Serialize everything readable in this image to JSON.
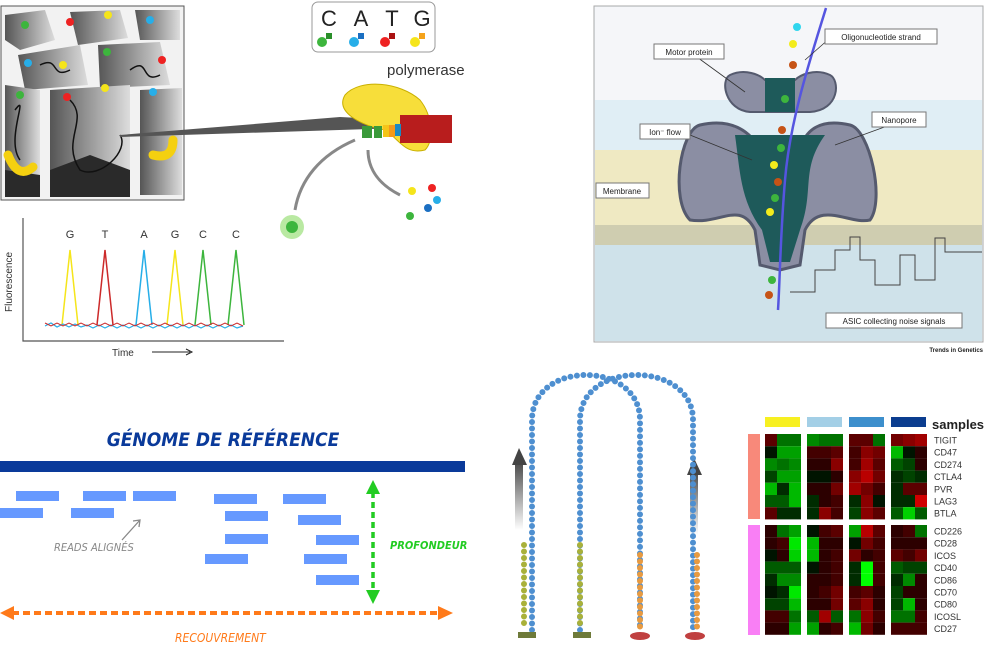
{
  "sanger_panel": {
    "bases_box": [
      "C",
      "A",
      "T",
      "G"
    ],
    "polymerase_label": "polymerase",
    "chromatogram": {
      "ylabel": "Fluorescence",
      "xlabel": "Time",
      "peaks": [
        {
          "base": "G",
          "color": "#f5e51b"
        },
        {
          "base": "T",
          "color": "#cc2a2a"
        },
        {
          "base": "A",
          "color": "#27aee8"
        },
        {
          "base": "G",
          "color": "#f5e51b"
        },
        {
          "base": "C",
          "color": "#3db53d"
        },
        {
          "base": "C",
          "color": "#3db53d"
        }
      ]
    }
  },
  "nanopore_panel": {
    "labels": {
      "motor": "Motor protein",
      "strand": "Oligonucleotide strand",
      "nanopore": "Nanopore",
      "ion": "Ion⁻ flow",
      "membrane": "Membrane",
      "asic": "ASIC collecting noise signals"
    },
    "credit": "Trends in Genetics"
  },
  "alignment_panel": {
    "title": "GÉNOME DE RÉFÉRENCE",
    "reads_label": "READS ALIGNÉS",
    "depth_label": "PROFONDEUR",
    "coverage_label": "RECOUVREMENT",
    "colors": {
      "reference": "#0a3a9a",
      "reads": "#6699ff",
      "depth": "#22cc22",
      "coverage": "#ff7a1a"
    }
  },
  "heatmap": {
    "legend_label": "samples",
    "sample_group_colors": [
      "#f7f021",
      "#a3cfe6",
      "#3d8fcc",
      "#0b3d8f"
    ],
    "row_group_colors": [
      "#f8897a",
      "#f97ff5"
    ],
    "rows_group1": [
      "TIGIT",
      "CD47",
      "CD274",
      "CTLA4",
      "PVR",
      "LAG3",
      "BTLA"
    ],
    "rows_group2": [
      "CD226",
      "CD28",
      "ICOS",
      "CD40",
      "CD86",
      "CD70",
      "CD80",
      "ICOSL",
      "CD27"
    ],
    "values": [
      [
        -0.3,
        0.4,
        0.4,
        0.5,
        0.4,
        0.4,
        -0.3,
        -0.3,
        0.4,
        -0.4,
        -0.5,
        -0.6
      ],
      [
        0,
        0.6,
        0.6,
        -0.2,
        -0.2,
        -0.3,
        -0.2,
        -0.5,
        -0.4,
        0.7,
        0,
        -0.1
      ],
      [
        0.5,
        0.4,
        0.5,
        -0.1,
        -0.1,
        -0.5,
        -0.2,
        -0.6,
        -0.3,
        0.3,
        0.2,
        -0.1
      ],
      [
        0.2,
        0.6,
        0.6,
        0,
        0,
        -0.1,
        -0.5,
        -0.7,
        -0.4,
        0.1,
        0.2,
        0.1
      ],
      [
        0.7,
        0.1,
        0.7,
        -0.1,
        -0.1,
        -0.4,
        -0.6,
        -0.4,
        -0.2,
        0.1,
        -0.3,
        -0.3
      ],
      [
        0.3,
        0.3,
        0.7,
        0.1,
        -0.1,
        -0.2,
        0.1,
        -0.5,
        0,
        0.1,
        0.1,
        -0.8
      ],
      [
        -0.3,
        0.1,
        0.1,
        0.1,
        -0.5,
        -0.2,
        0.2,
        -0.5,
        -0.3,
        0.3,
        0.8,
        0.3
      ],
      [
        -0.1,
        0.4,
        0.6,
        0,
        -0.2,
        -0.3,
        0.6,
        -0.7,
        -0.3,
        -0.1,
        -0.2,
        0.4
      ],
      [
        -0.1,
        -0.2,
        0.9,
        0.7,
        -0.1,
        -0.1,
        0,
        -0.4,
        -0.2,
        -0.1,
        -0.1,
        -0.1
      ],
      [
        0,
        -0.1,
        0.8,
        0.7,
        -0.1,
        -0.2,
        -0.4,
        -0.1,
        -0.2,
        -0.3,
        -0.2,
        -0.4
      ],
      [
        0.3,
        0.3,
        0.3,
        0,
        -0.1,
        -0.2,
        0.1,
        1,
        -0.2,
        0.3,
        0.2,
        0.2
      ],
      [
        0.1,
        0.5,
        0.5,
        -0.1,
        -0.1,
        -0.2,
        0.1,
        1,
        -0.2,
        0.1,
        0.5,
        -0.1
      ],
      [
        0,
        0.1,
        0.9,
        -0.1,
        -0.2,
        -0.4,
        -0.2,
        -0.3,
        -0.1,
        0.2,
        -0.1,
        -0.1
      ],
      [
        0.2,
        0.2,
        0.7,
        -0.1,
        -0.1,
        -0.4,
        -0.3,
        -0.5,
        -0.1,
        0.2,
        0.7,
        -0.1
      ],
      [
        -0.2,
        -0.2,
        0.4,
        0.3,
        -0.6,
        0.3,
        0.4,
        -0.5,
        -0.2,
        0.4,
        0.4,
        -0.2
      ],
      [
        -0.1,
        -0.1,
        0.6,
        0.6,
        -0.1,
        -0.2,
        0.7,
        -0.4,
        -0.1,
        -0.2,
        -0.2,
        -0.2
      ]
    ]
  }
}
